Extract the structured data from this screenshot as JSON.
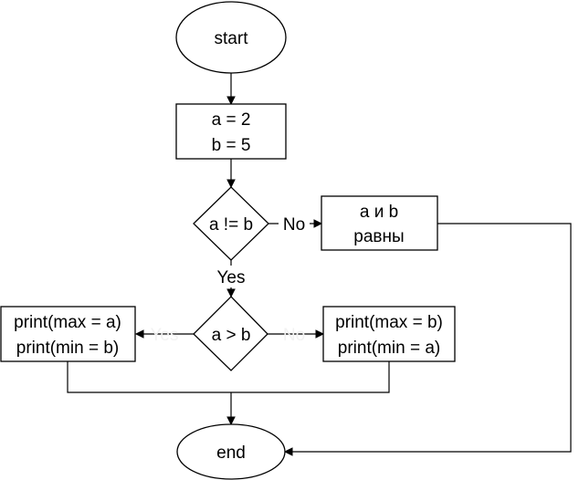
{
  "nodes": {
    "start": {
      "label": "start"
    },
    "init": {
      "line1": "a = 2",
      "line2": "b = 5"
    },
    "check_neq": {
      "label": "a != b"
    },
    "equal_msg": {
      "line1": "a и b",
      "line2": "равны"
    },
    "check_gt": {
      "label": "a > b"
    },
    "print_left": {
      "line1": "print(max = a)",
      "line2": "print(min = b)"
    },
    "print_right": {
      "line1": "print(max = b)",
      "line2": "print(min = a)"
    },
    "end": {
      "label": "end"
    }
  },
  "edges": {
    "neq_no": "No",
    "neq_yes": "Yes",
    "gt_yes": "Yes",
    "gt_no": "No"
  }
}
